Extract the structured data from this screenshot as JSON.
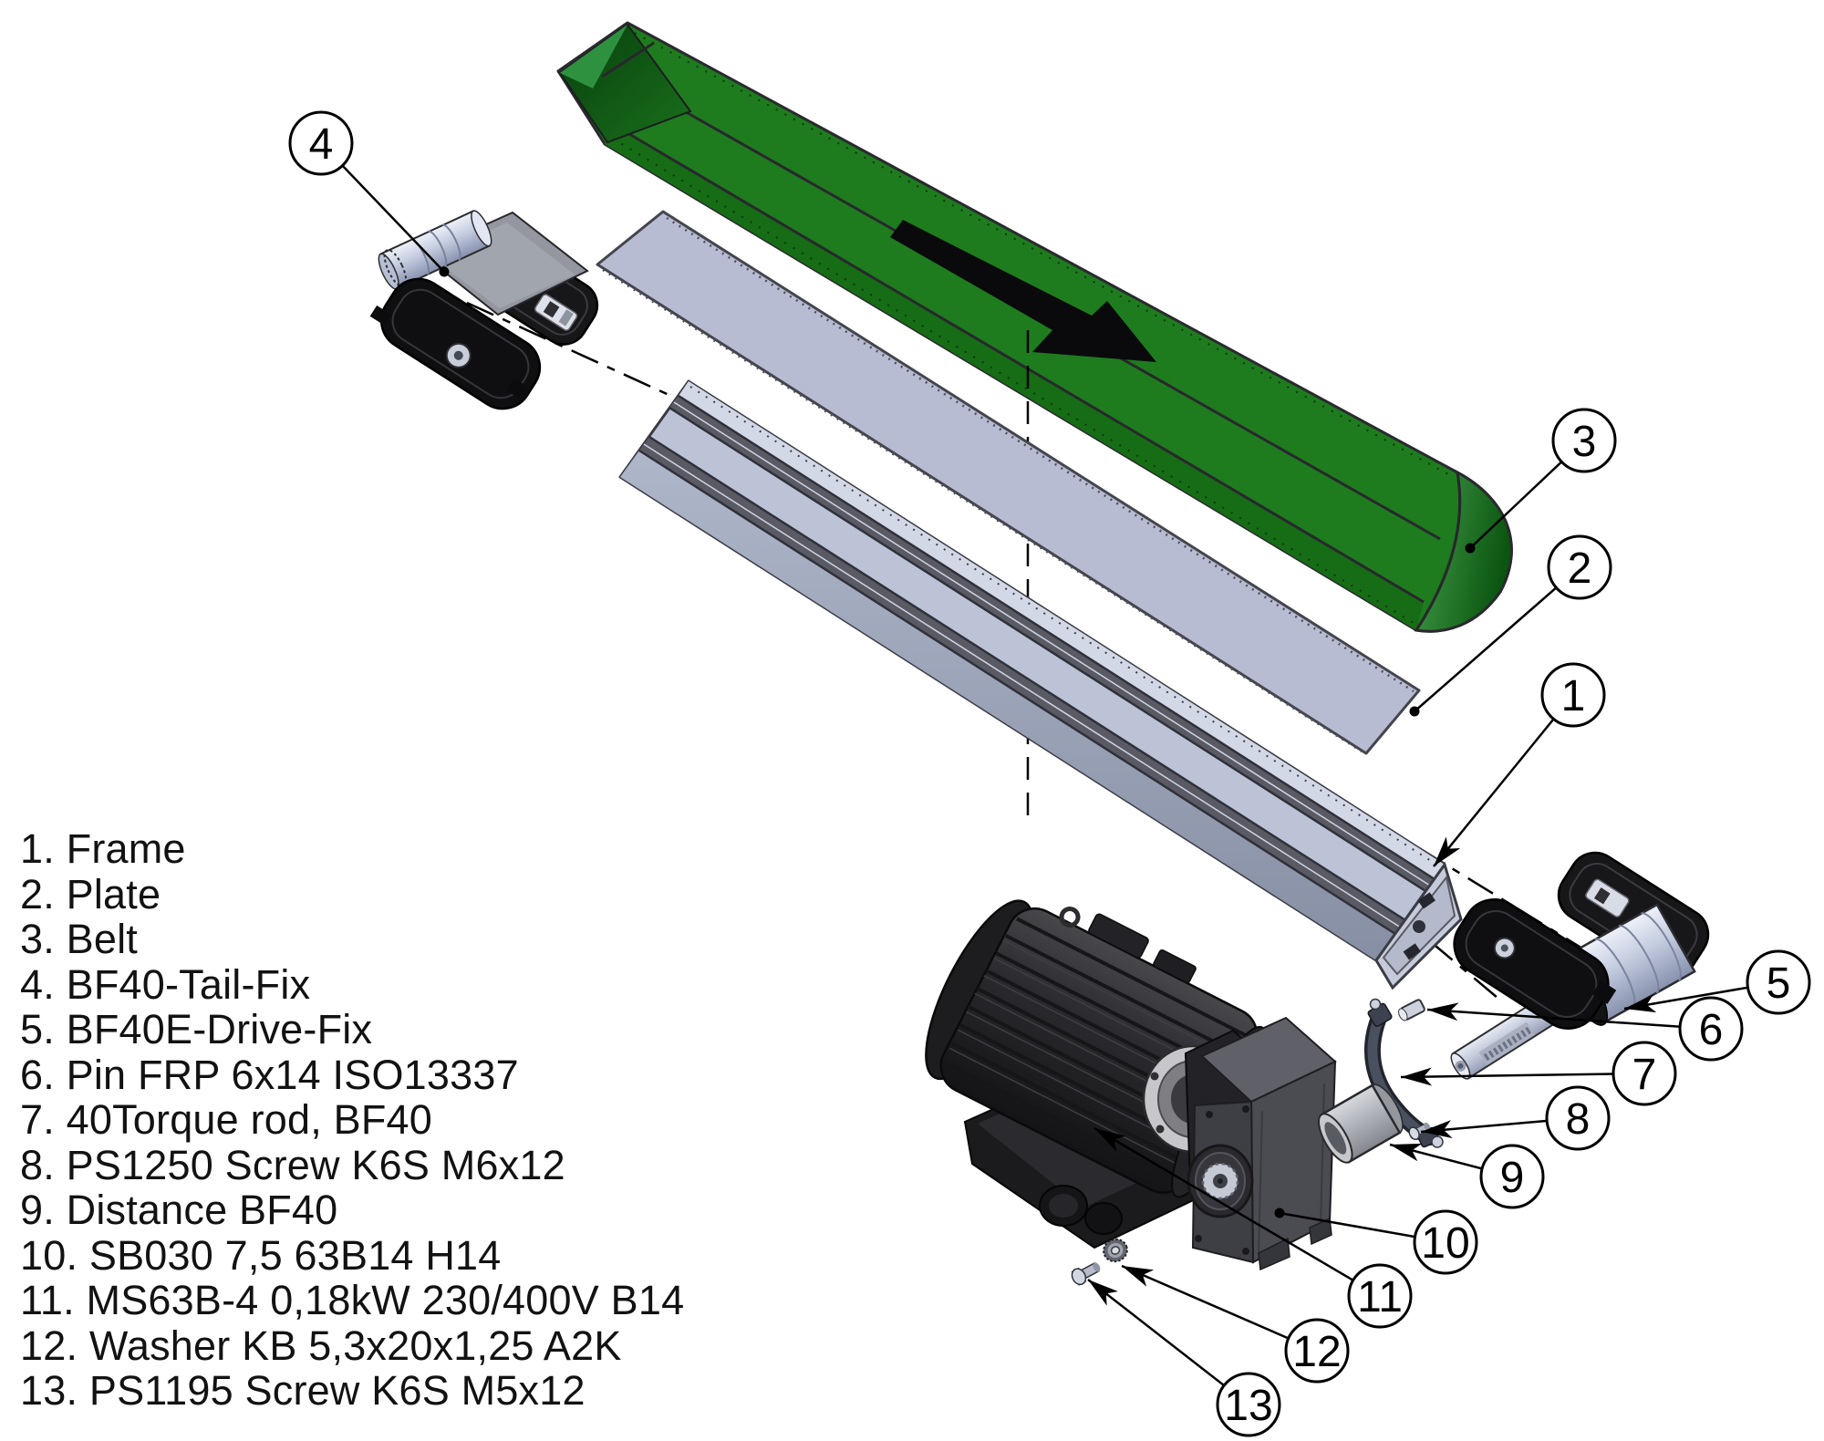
{
  "parts_list": {
    "items": [
      "1. Frame",
      "2. Plate",
      "3. Belt",
      "4. BF40-Tail-Fix",
      "5. BF40E-Drive-Fix",
      "6. Pin FRP 6x14 ISO13337",
      "7. 40Torque rod, BF40",
      "8. PS1250 Screw K6S M6x12",
      "9. Distance BF40",
      "10. SB030 7,5 63B14 H14",
      "11. MS63B-4 0,18kW 230/400V B14",
      "12. Washer KB 5,3x20x1,25 A2K",
      "13. PS1195 Screw K6S M5x12"
    ]
  },
  "callouts": [
    {
      "label": "1"
    },
    {
      "label": "2"
    },
    {
      "label": "3"
    },
    {
      "label": "4"
    },
    {
      "label": "5"
    },
    {
      "label": "6"
    },
    {
      "label": "7"
    },
    {
      "label": "8"
    },
    {
      "label": "9"
    },
    {
      "label": "10"
    },
    {
      "label": "11"
    },
    {
      "label": "12"
    },
    {
      "label": "13"
    }
  ],
  "colors": {
    "belt_green": "#1e7c1e",
    "plate_gray": "#b7bcd2",
    "frame_gray": "#bcc3d6",
    "line_black": "#000000",
    "background": "#ffffff"
  }
}
